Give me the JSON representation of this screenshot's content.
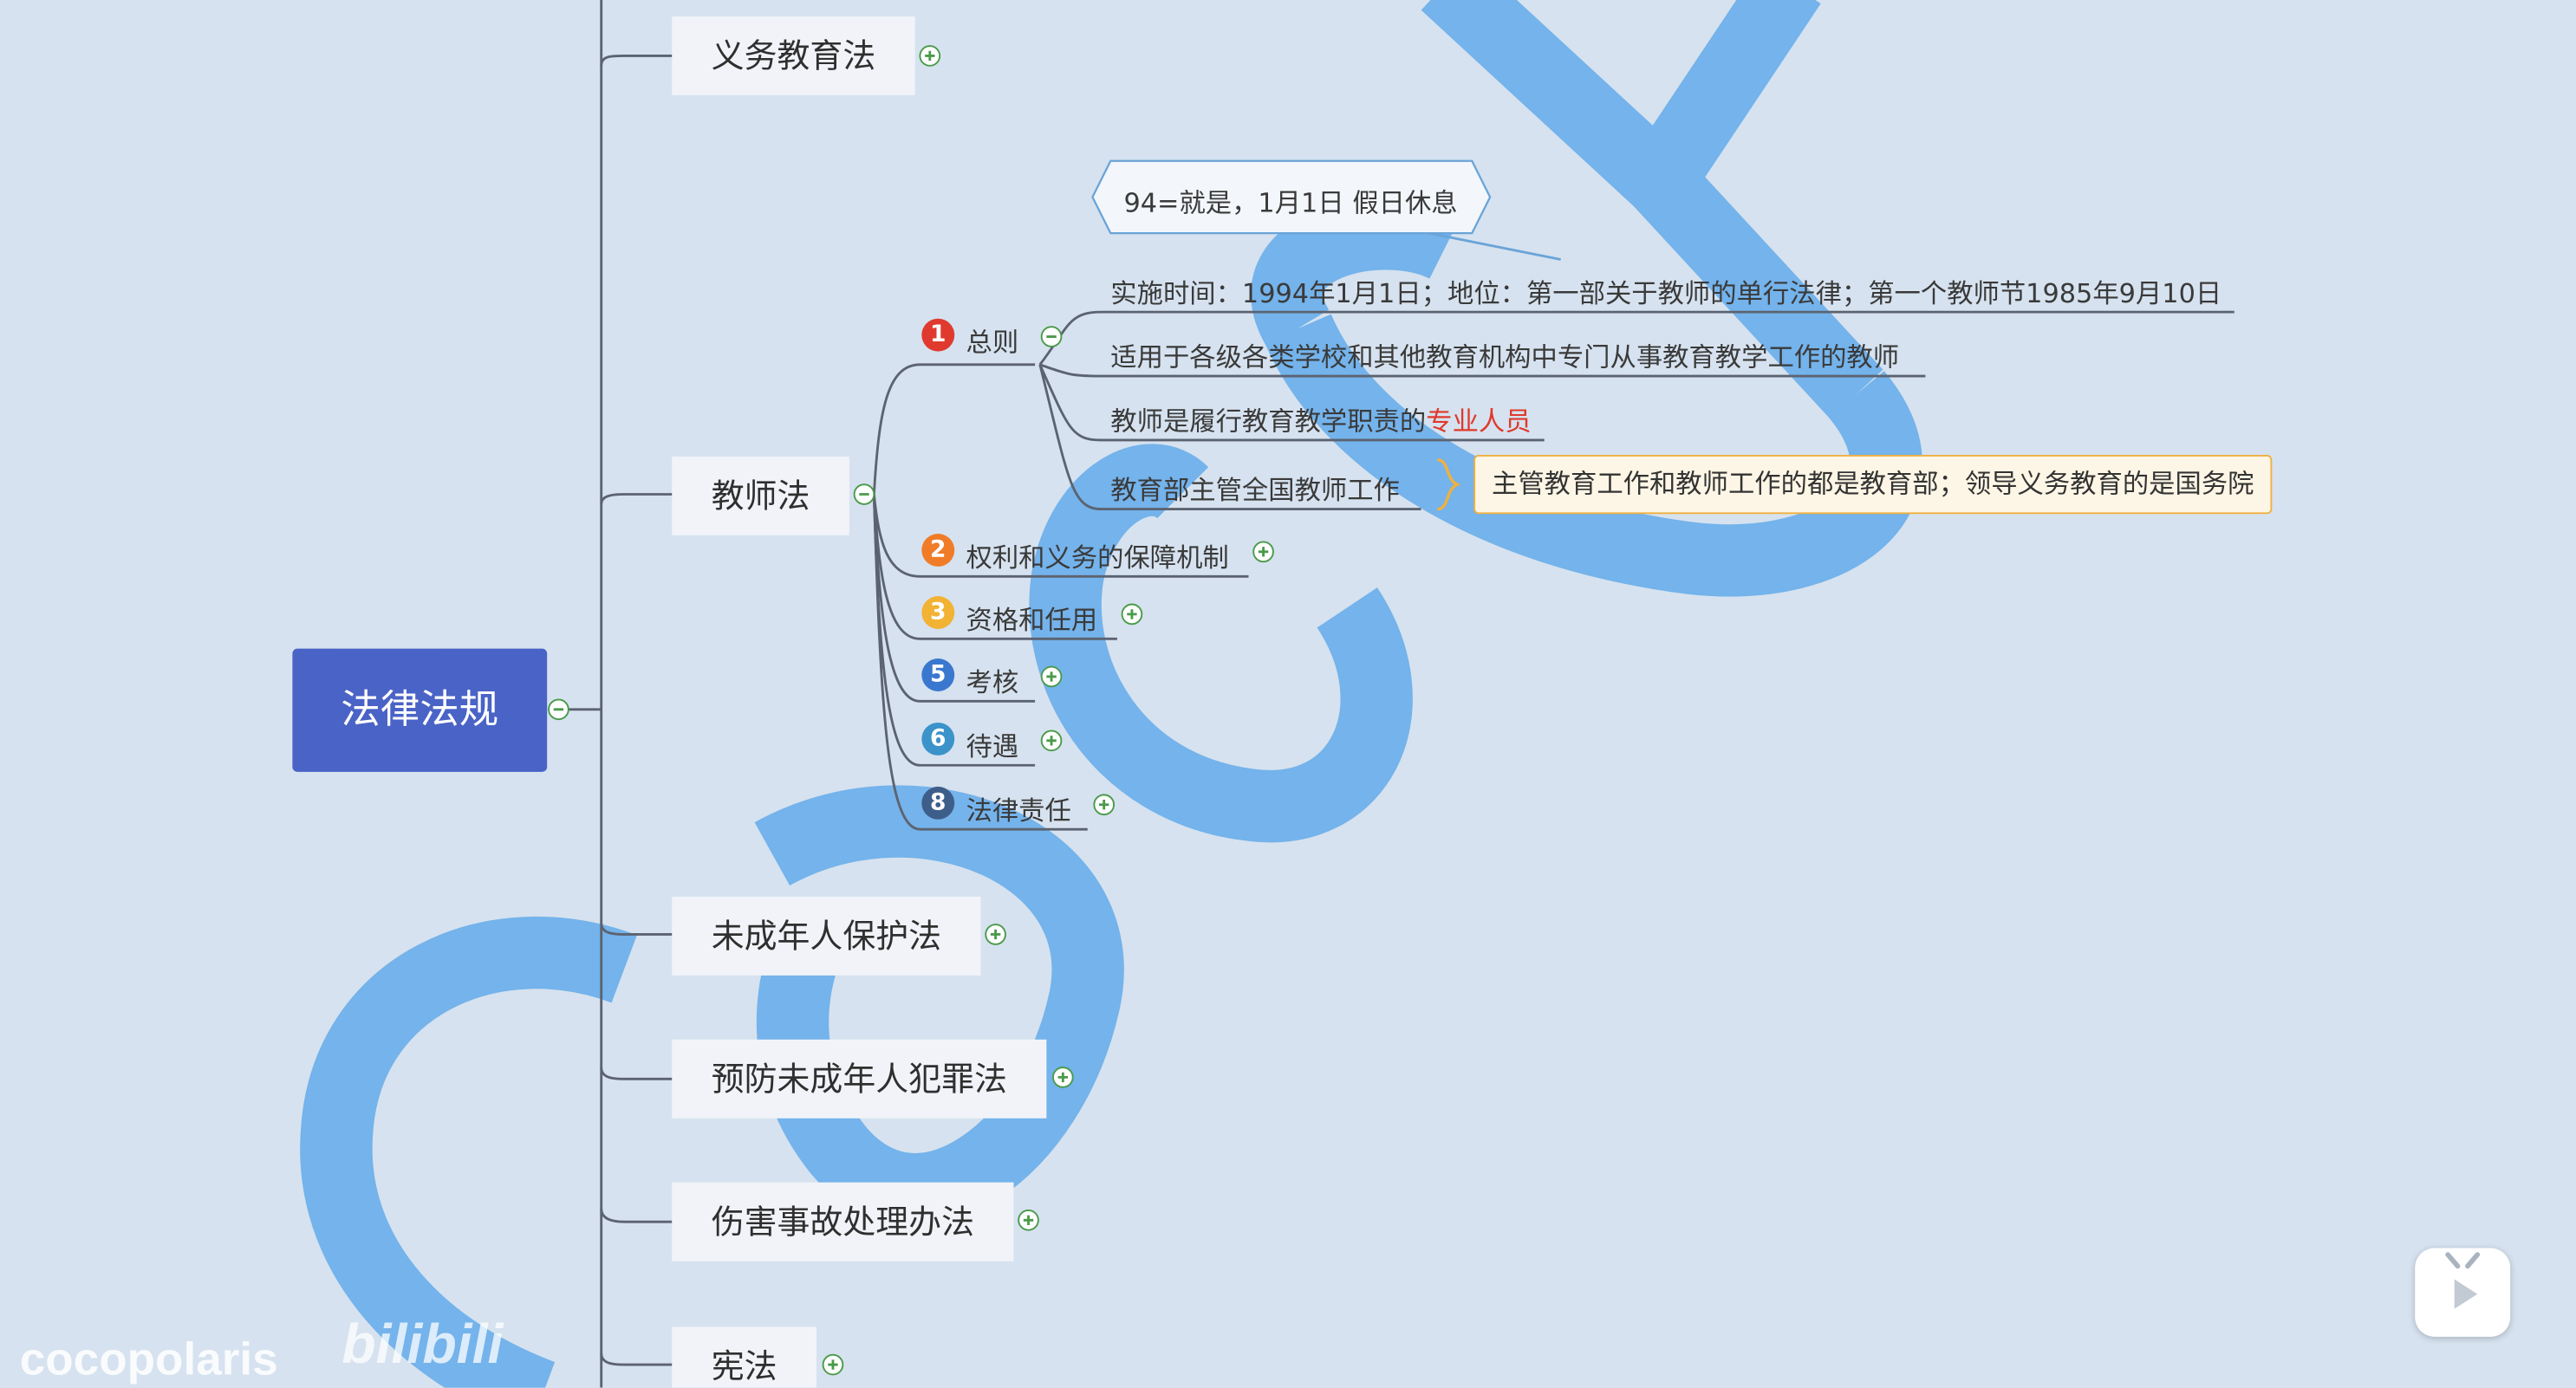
{
  "root": {
    "label": "法律法规"
  },
  "topics": [
    {
      "label": "义务教育法"
    },
    {
      "label": "教师法"
    },
    {
      "label": "未成年人保护法"
    },
    {
      "label": "预防未成年人犯罪法"
    },
    {
      "label": "伤害事故处理办法"
    },
    {
      "label": "宪法"
    }
  ],
  "teacher_law": {
    "callout": "94=就是，1月1日 假日休息",
    "subtopics": [
      {
        "num": "1",
        "label": "总则",
        "color": "#e03a2f"
      },
      {
        "num": "2",
        "label": "权利和义务的保障机制",
        "color": "#f07c28"
      },
      {
        "num": "3",
        "label": "资格和任用",
        "color": "#f2b233"
      },
      {
        "num": "5",
        "label": "考核",
        "color": "#3a78d0"
      },
      {
        "num": "6",
        "label": "待遇",
        "color": "#3b93c9"
      },
      {
        "num": "8",
        "label": "法律责任",
        "color": "#3e5e8a"
      }
    ],
    "general_items": [
      {
        "text": "实施时间：1994年1月1日；地位：第一部关于教师的单行法律；第一个教师节1985年9月10日"
      },
      {
        "text": "适用于各级各类学校和其他教育机构中专门从事教育教学工作的教师"
      },
      {
        "text_before": "教师是履行教育教学职责的",
        "text_highlight": "专业人员"
      },
      {
        "text": "教育部主管全国教师工作"
      }
    ],
    "summary_note": "主管教育工作和教师工作的都是教育部；领导义务教育的是国务院"
  },
  "watermark": {
    "user": "cocopolaris",
    "logo": "bilibili"
  },
  "colors": {
    "background": "#d6e2ef",
    "root": "#4a63c6",
    "watermark_stroke": "#6fb0ea",
    "note_border": "#f0b040"
  }
}
